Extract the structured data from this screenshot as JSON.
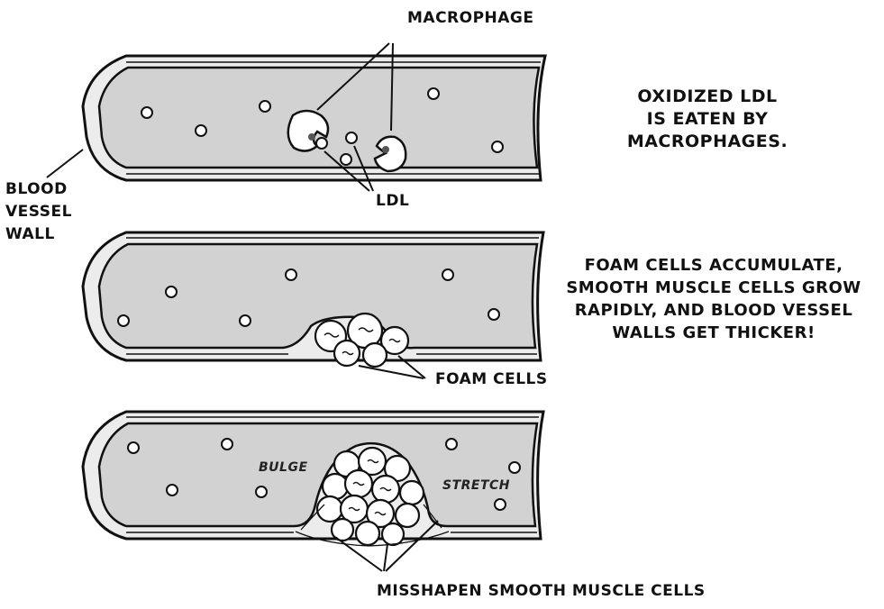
{
  "labels": {
    "macrophage": "MACROPHAGE",
    "ldl": "LDL",
    "blood_vessel_wall": [
      "BLOOD",
      "VESSEL",
      "WALL"
    ],
    "foam_cells": "FOAM CELLS",
    "bulge": "BULGE",
    "stretch": "STRETCH",
    "misshapen_smooth_muscle_cells": "MISSHAPEN SMOOTH MUSCLE CELLS"
  },
  "captions": {
    "panel1": [
      "OXIDIZED LDL",
      "IS EATEN BY",
      "MACROPHAGES."
    ],
    "panel2": [
      "FOAM CELLS ACCUMULATE,",
      "SMOOTH MUSCLE CELLS GROW",
      "RAPIDLY, AND BLOOD VESSEL",
      "WALLS GET THICKER!"
    ]
  },
  "colors": {
    "lumen": "#d2d2d2",
    "wall": "#ececec",
    "outline": "#111111",
    "cell": "#ffffff"
  }
}
